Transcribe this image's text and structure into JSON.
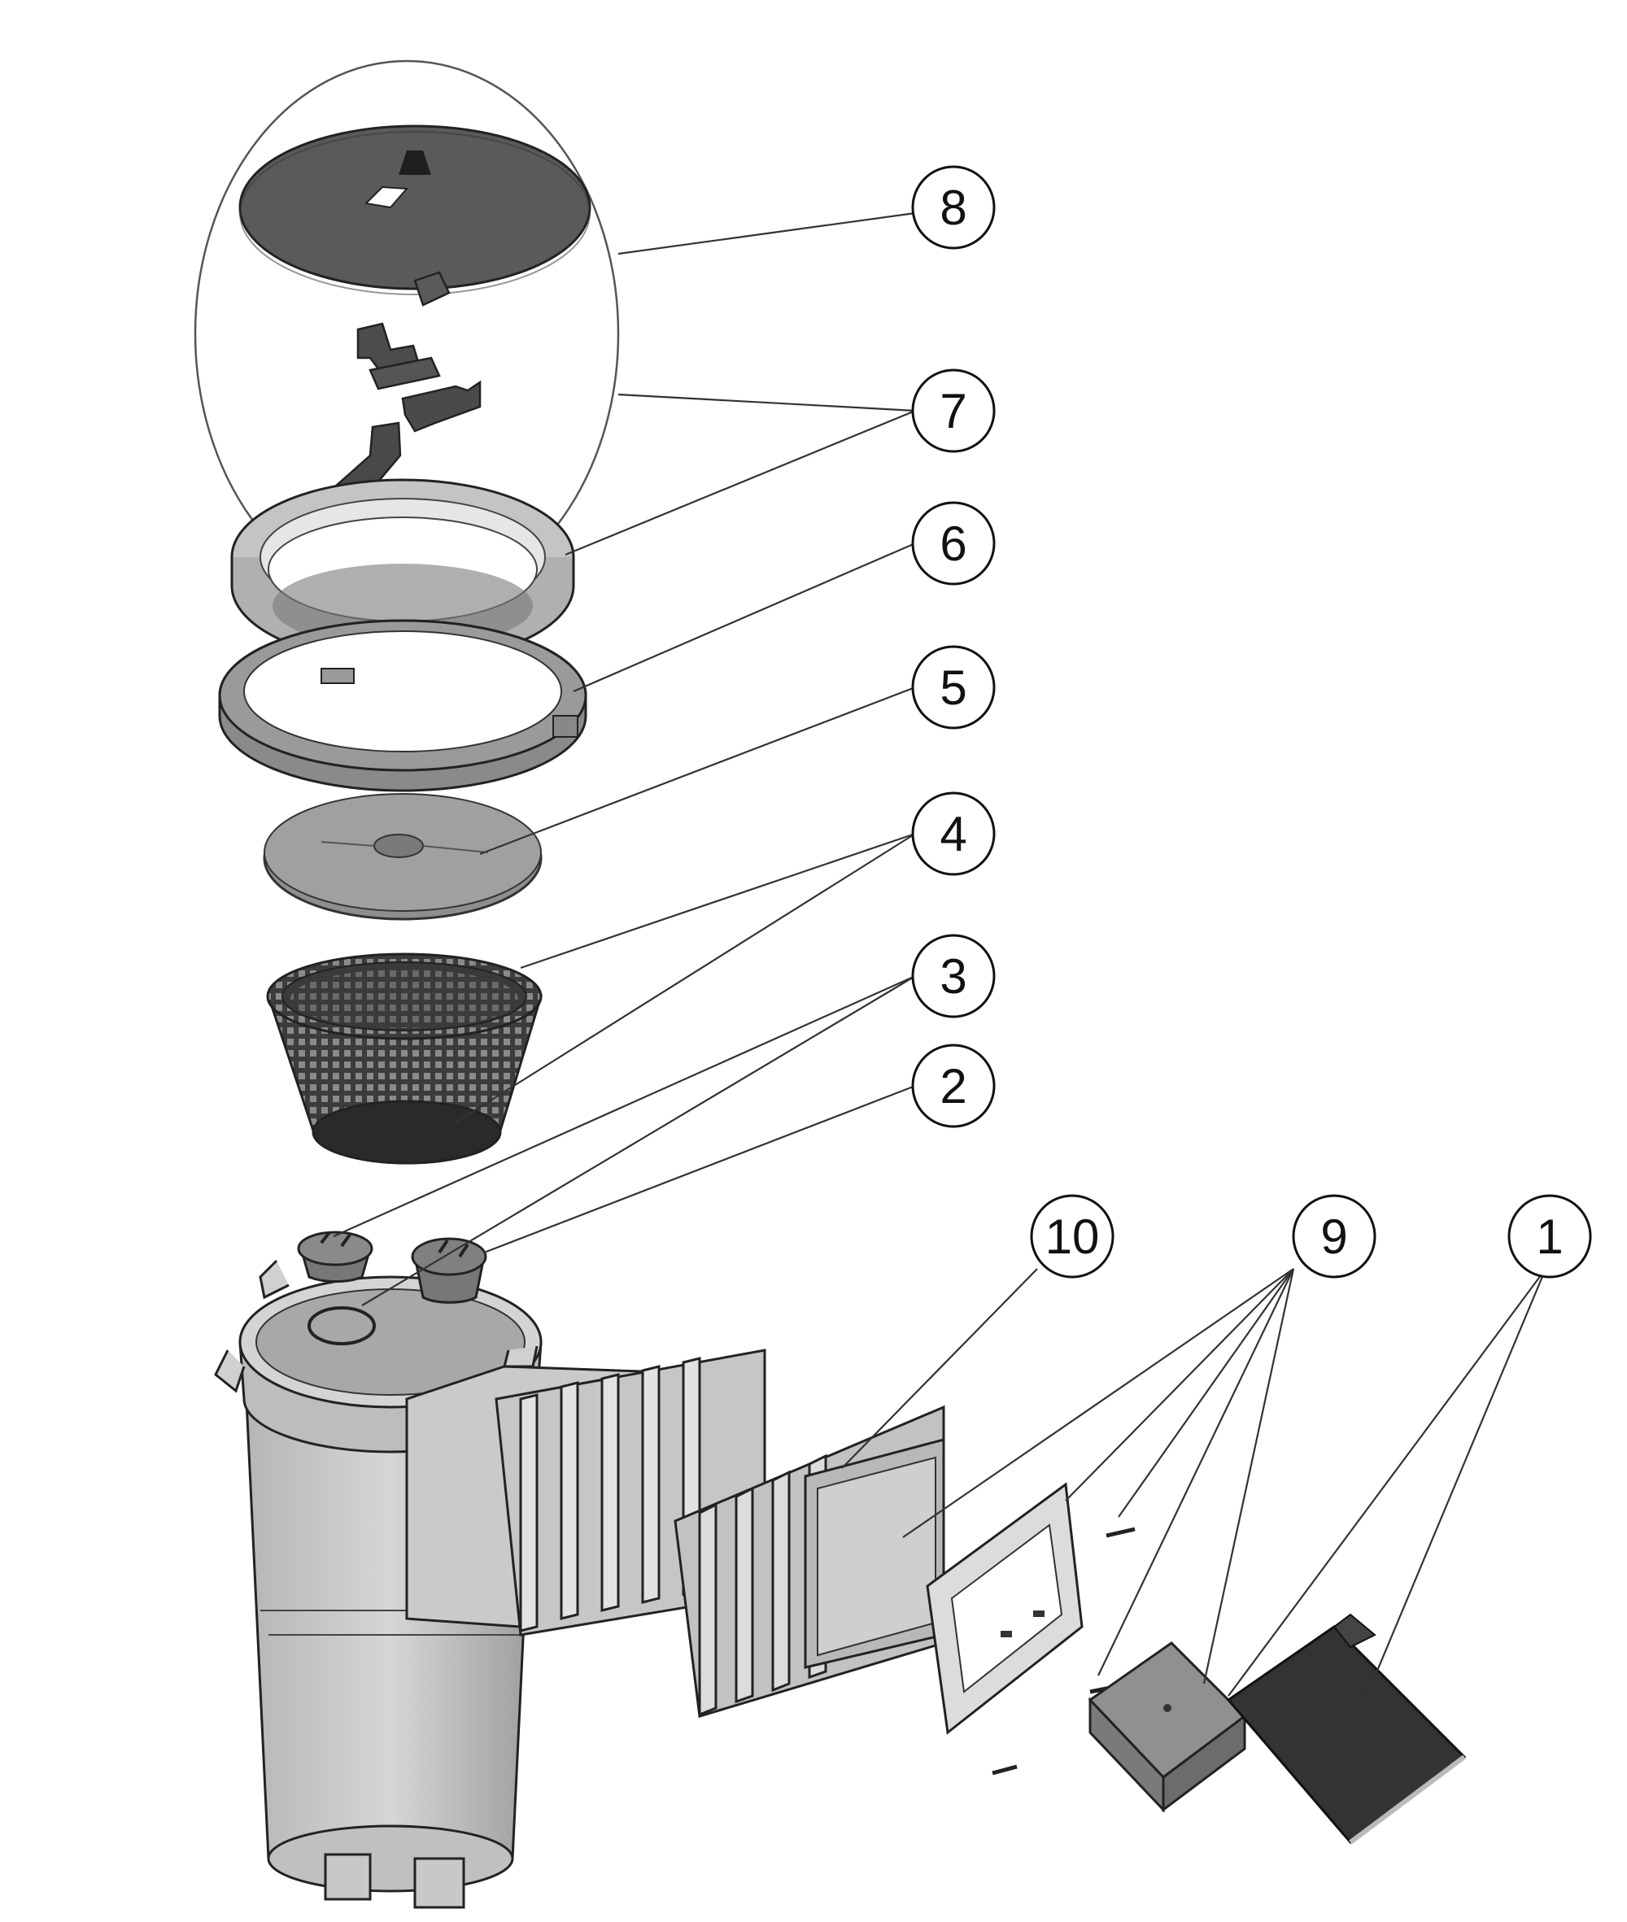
{
  "callouts": {
    "c8": "8",
    "c7": "7",
    "c6": "6",
    "c5": "5",
    "c4": "4",
    "c3": "3",
    "c2": "2",
    "c10": "10",
    "c9": "9",
    "c1": "1"
  },
  "colors": {
    "dark_part": "#4a4a4a",
    "mid_part": "#8e8e8e",
    "light_part": "#c9c9c9",
    "outline": "#222222"
  }
}
